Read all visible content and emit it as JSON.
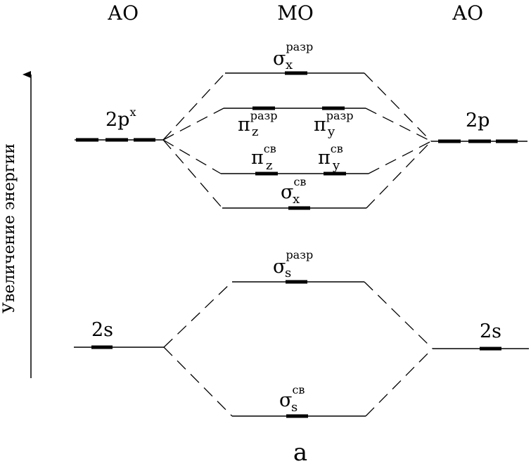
{
  "headers": {
    "left": "АО",
    "middle": "МО",
    "right": "АО"
  },
  "axis_label": "Увеличение энергии",
  "caption": "а",
  "left_atom": {
    "p_label": "2p",
    "p_sup": "x",
    "s_label": "2s"
  },
  "right_atom": {
    "p_label": "2p",
    "s_label": "2s"
  },
  "mo": {
    "sigma_x_antibonding": {
      "symbol": "σ",
      "sub": "x",
      "sup": "разр"
    },
    "pi_z_antibonding": {
      "symbol": "π",
      "sub": "z",
      "sup": "разр"
    },
    "pi_y_antibonding": {
      "symbol": "π",
      "sub": "y",
      "sup": "разр"
    },
    "pi_z_bonding": {
      "symbol": "π",
      "sub": "z",
      "sup": "св"
    },
    "pi_y_bonding": {
      "symbol": "π",
      "sub": "y",
      "sup": "св"
    },
    "sigma_x_bonding": {
      "symbol": "σ",
      "sub": "x",
      "sup": "св"
    },
    "sigma_s_antibonding": {
      "symbol": "σ",
      "sub": "s",
      "sup": "разр"
    },
    "sigma_s_bonding": {
      "symbol": "σ",
      "sub": "s",
      "sup": "св"
    }
  }
}
